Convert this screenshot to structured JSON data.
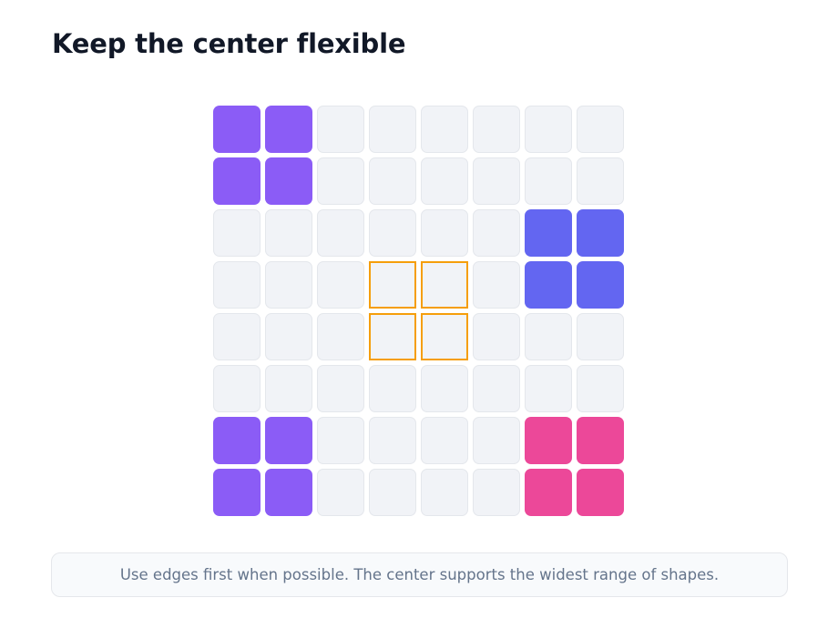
{
  "title": "Keep the center flexible",
  "hint": "Use edges first when possible. The center supports the widest range of shapes.",
  "colors": {
    "empty": "#f1f3f7",
    "empty_border": "#e4e7ec",
    "purple": "#8b5cf6",
    "indigo": "#6366f1",
    "pink": "#ec4899",
    "highlight": "#f59e0b"
  },
  "board": {
    "rows": 8,
    "cols": 8,
    "cells": [
      [
        "purple",
        "purple",
        "empty",
        "empty",
        "empty",
        "empty",
        "empty",
        "empty"
      ],
      [
        "purple",
        "purple",
        "empty",
        "empty",
        "empty",
        "empty",
        "empty",
        "empty"
      ],
      [
        "empty",
        "empty",
        "empty",
        "empty",
        "empty",
        "empty",
        "indigo",
        "indigo"
      ],
      [
        "empty",
        "empty",
        "empty",
        "target",
        "target",
        "empty",
        "indigo",
        "indigo"
      ],
      [
        "empty",
        "empty",
        "empty",
        "target",
        "target",
        "empty",
        "empty",
        "empty"
      ],
      [
        "empty",
        "empty",
        "empty",
        "empty",
        "empty",
        "empty",
        "empty",
        "empty"
      ],
      [
        "purple",
        "purple",
        "empty",
        "empty",
        "empty",
        "empty",
        "pink",
        "pink"
      ],
      [
        "purple",
        "purple",
        "empty",
        "empty",
        "empty",
        "empty",
        "pink",
        "pink"
      ]
    ]
  }
}
